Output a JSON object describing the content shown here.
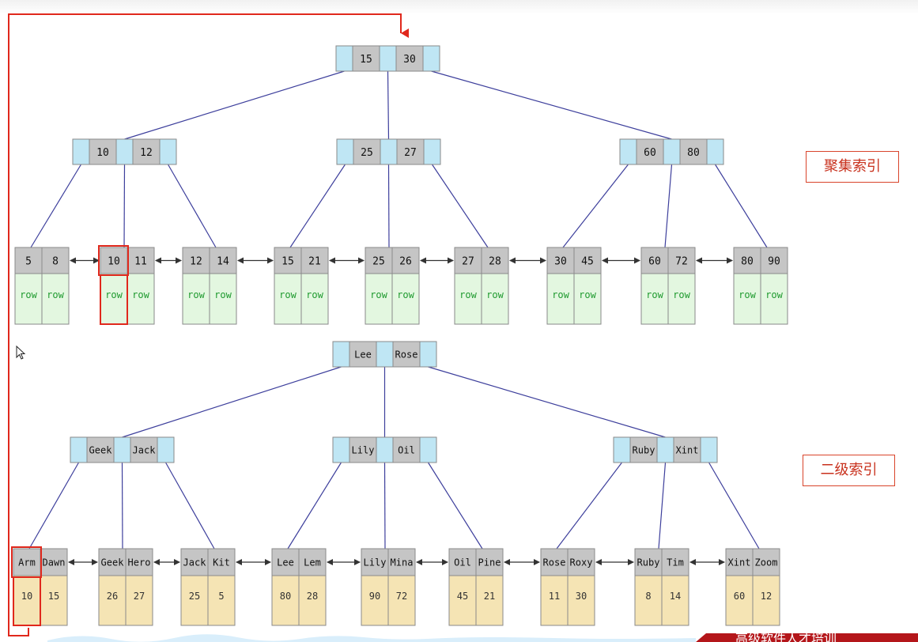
{
  "labels": {
    "clustered_index": "聚集索引",
    "secondary_index": "二级索引"
  },
  "bottom_banner_text": "高级软件人才培训",
  "colors": {
    "node_key": "#c5c5c5",
    "node_pointer": "#bfe6f4",
    "node_border": "#8a8a8a",
    "leaf_row": "#e3f7e0",
    "leaf_value": "#f5e4b4",
    "row_text": "#1e9a2e",
    "tree_line": "#3d3f9c",
    "highlight": "#e0281c"
  },
  "clustered": {
    "root": [
      "15",
      "30"
    ],
    "internal": [
      [
        "10",
        "12"
      ],
      [
        "25",
        "27"
      ],
      [
        "60",
        "80"
      ]
    ],
    "leaves": [
      {
        "keys": [
          "5",
          "8"
        ],
        "rows": [
          "row",
          "row"
        ]
      },
      {
        "keys": [
          "10",
          "11"
        ],
        "rows": [
          "row",
          "row"
        ],
        "highlight_index": 0
      },
      {
        "keys": [
          "12",
          "14"
        ],
        "rows": [
          "row",
          "row"
        ]
      },
      {
        "keys": [
          "15",
          "21"
        ],
        "rows": [
          "row",
          "row"
        ]
      },
      {
        "keys": [
          "25",
          "26"
        ],
        "rows": [
          "row",
          "row"
        ]
      },
      {
        "keys": [
          "27",
          "28"
        ],
        "rows": [
          "row",
          "row"
        ]
      },
      {
        "keys": [
          "30",
          "45"
        ],
        "rows": [
          "row",
          "row"
        ]
      },
      {
        "keys": [
          "60",
          "72"
        ],
        "rows": [
          "row",
          "row"
        ]
      },
      {
        "keys": [
          "80",
          "90"
        ],
        "rows": [
          "row",
          "row"
        ]
      }
    ]
  },
  "secondary": {
    "root": [
      "Lee",
      "Rose"
    ],
    "internal": [
      [
        "Geek",
        "Jack"
      ],
      [
        "Lily",
        "Oil"
      ],
      [
        "Ruby",
        "Xint"
      ]
    ],
    "leaves": [
      {
        "keys": [
          "Arm",
          "Dawn"
        ],
        "values": [
          "10",
          "15"
        ],
        "highlight_index": 0
      },
      {
        "keys": [
          "Geek",
          "Hero"
        ],
        "values": [
          "26",
          "27"
        ]
      },
      {
        "keys": [
          "Jack",
          "Kit"
        ],
        "values": [
          "25",
          "5"
        ]
      },
      {
        "keys": [
          "Lee",
          "Lem"
        ],
        "values": [
          "80",
          "28"
        ]
      },
      {
        "keys": [
          "Lily",
          "Mina"
        ],
        "values": [
          "90",
          "72"
        ]
      },
      {
        "keys": [
          "Oil",
          "Pine"
        ],
        "values": [
          "45",
          "21"
        ]
      },
      {
        "keys": [
          "Rose",
          "Roxy"
        ],
        "values": [
          "11",
          "30"
        ]
      },
      {
        "keys": [
          "Ruby",
          "Tim"
        ],
        "values": [
          "8",
          "14"
        ]
      },
      {
        "keys": [
          "Xint",
          "Zoom"
        ],
        "values": [
          "60",
          "12"
        ]
      }
    ]
  }
}
